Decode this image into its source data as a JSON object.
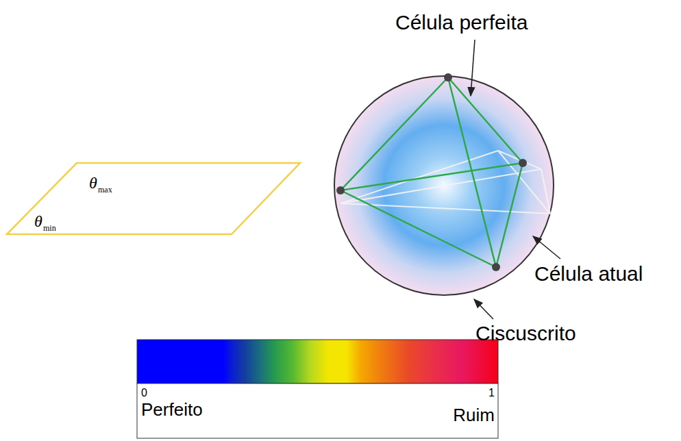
{
  "diagram": {
    "labels": [
      "θ",
      "max",
      "θ",
      "min",
      "Célula perfeita",
      "Célula atual",
      "Ciscuscrito",
      "0",
      "Perfeito",
      "1",
      "Ruim"
    ]
  }
}
